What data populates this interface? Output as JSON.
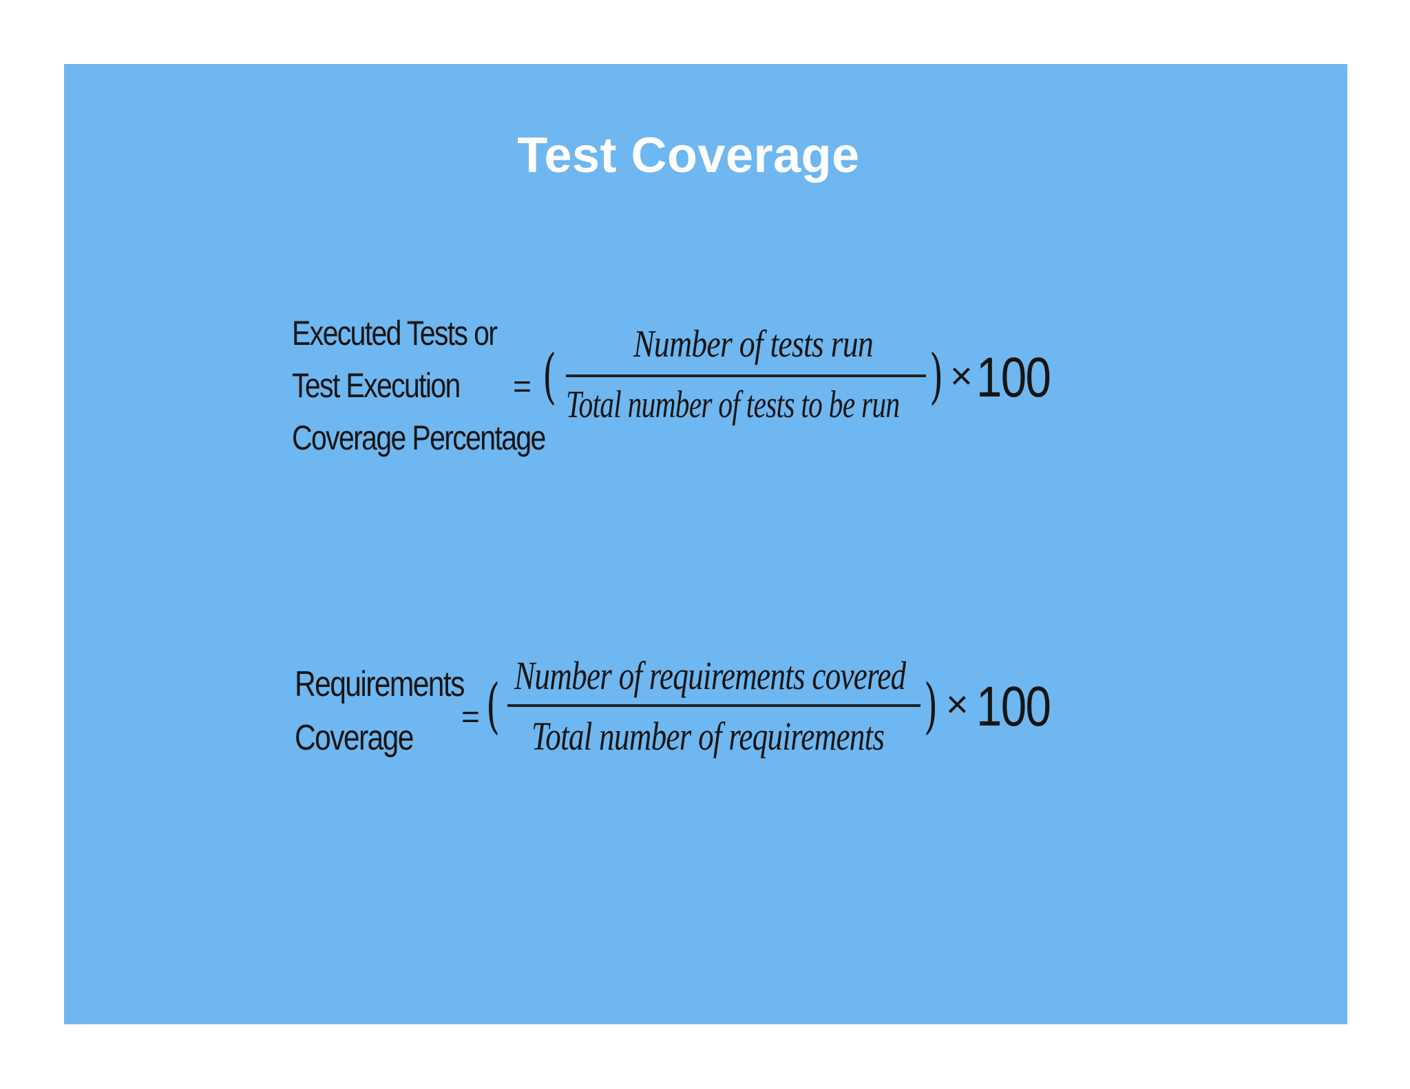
{
  "slide": {
    "title": "Test Coverage",
    "background_color": "#6fb7f0",
    "title_color": "#ffffff"
  },
  "formula_execution": {
    "lhs_lines": [
      "Executed Tests  or",
      "Test Execution",
      "Coverage Percentage"
    ],
    "equals": "=",
    "open_paren": "(",
    "numerator": "Number of tests run",
    "denominator": "Total number of tests to be run",
    "close_paren": ")",
    "times": "×",
    "multiplier": "100"
  },
  "formula_requirements": {
    "lhs_lines": [
      "Requirements",
      "Coverage"
    ],
    "equals": "=",
    "open_paren": "(",
    "numerator": "Number of requirements covered",
    "denominator": "Total number of requirements",
    "close_paren": ")",
    "times": "×",
    "multiplier": "100"
  }
}
